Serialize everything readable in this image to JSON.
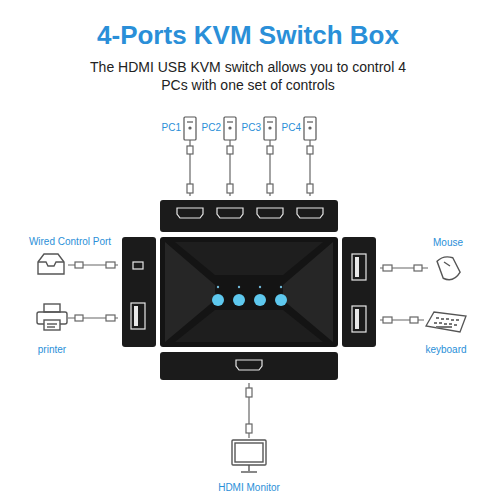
{
  "diagram": {
    "title": "4-Ports KVM Switch Box",
    "caption": "The HDMI USB KVM switch allows you to control 4 PCs with one set of controls",
    "labels": [
      "PC1",
      "PC2",
      "PC3",
      "PC4",
      "Wired Control Port",
      "printer",
      "Mouse",
      "keyboard",
      "HDMI Monitor"
    ]
  }
}
